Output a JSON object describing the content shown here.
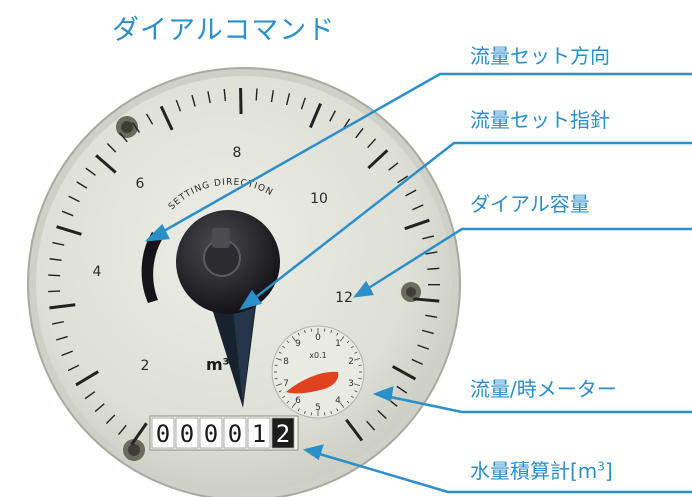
{
  "title": "ダイアルコマンド",
  "callouts": [
    {
      "text": "流量セット方向"
    },
    {
      "text": "流量セット指針"
    },
    {
      "text": "ダイアル容量"
    },
    {
      "text": "流量/時メーター"
    },
    {
      "text_main": "水量積算計[m",
      "text_sup": "3",
      "text_end": "]"
    }
  ],
  "dial": {
    "setting_direction": "SETTING DIRECTION",
    "numbers": [
      "2",
      "4",
      "6",
      "8",
      "10",
      "12"
    ],
    "unit": "m³",
    "odometer_digits": [
      "0",
      "0",
      "0",
      "0",
      "1",
      "2"
    ],
    "small_dial_numbers": [
      "0",
      "1",
      "2",
      "3",
      "4",
      "5",
      "6",
      "7",
      "8",
      "9"
    ],
    "small_dial_label": "x0.1"
  },
  "colors": {
    "accent": "#2b8fc9",
    "face": "#e3e4da",
    "pointer": "#1b1b1f",
    "needle": "#e0421f"
  }
}
